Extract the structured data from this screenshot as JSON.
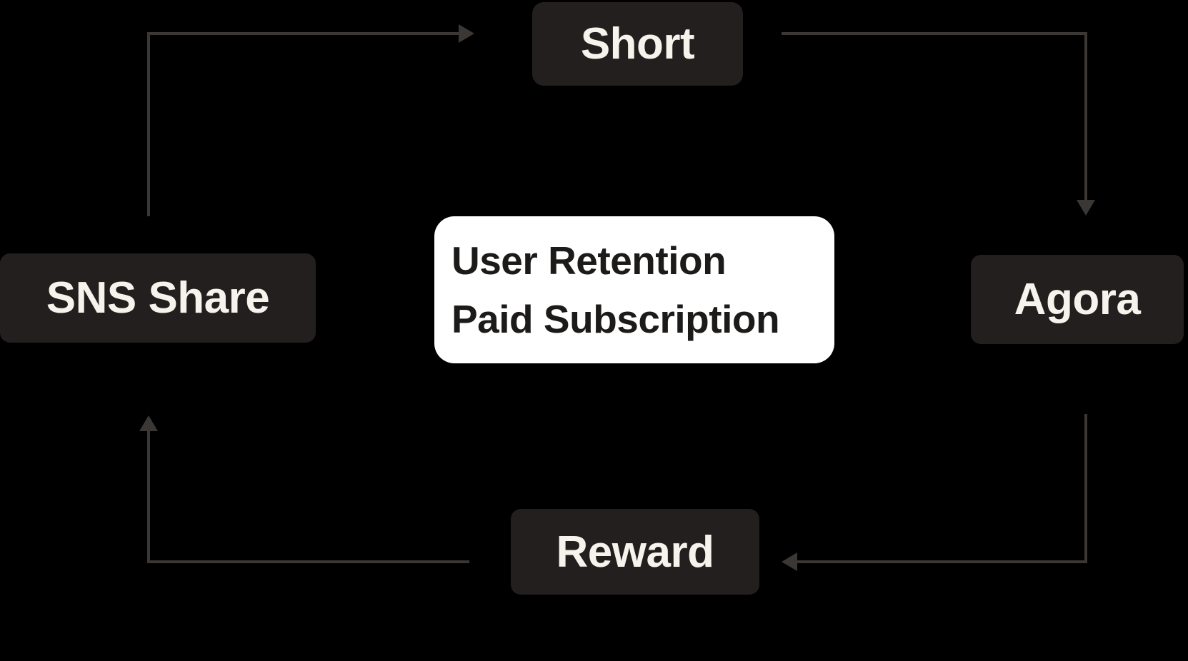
{
  "diagram": {
    "colors": {
      "background": "#000000",
      "node-fill-dark": "#221f1e",
      "node-text-dark": "#f6f3ed",
      "node-fill-light": "#ffffff",
      "node-text-light": "#1d1b1a",
      "arrow-color": "#3b3734"
    },
    "nodes": [
      {
        "id": "short",
        "label": "Short"
      },
      {
        "id": "agora",
        "label": "Agora"
      },
      {
        "id": "reward",
        "label": "Reward"
      },
      {
        "id": "sns-share",
        "label": "SNS Share"
      }
    ],
    "center_card": {
      "lines": [
        "User Retention",
        "Paid Subscription"
      ]
    },
    "connections": [
      {
        "from": "SNS Share",
        "to": "Short"
      },
      {
        "from": "Short",
        "to": "Agora"
      },
      {
        "from": "Agora",
        "to": "Reward"
      },
      {
        "from": "Reward",
        "to": "SNS Share"
      }
    ]
  }
}
